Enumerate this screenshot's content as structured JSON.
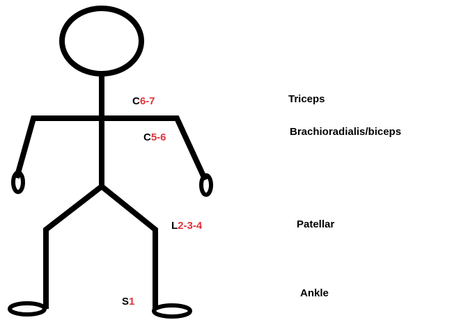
{
  "colors": {
    "stroke": "#000000",
    "level_prefix": "#000000",
    "level_numbers": "#e0323a",
    "reflex_text": "#000000",
    "background": "#ffffff"
  },
  "levels": [
    {
      "prefix": "C",
      "numbers": "6-7"
    },
    {
      "prefix": "C",
      "numbers": "5-6"
    },
    {
      "prefix": "L",
      "numbers": "2-3-4"
    },
    {
      "prefix": "S",
      "numbers": "1"
    }
  ],
  "reflexes": [
    "Triceps",
    "Brachioradialis/biceps",
    "Patellar",
    "Ankle"
  ]
}
